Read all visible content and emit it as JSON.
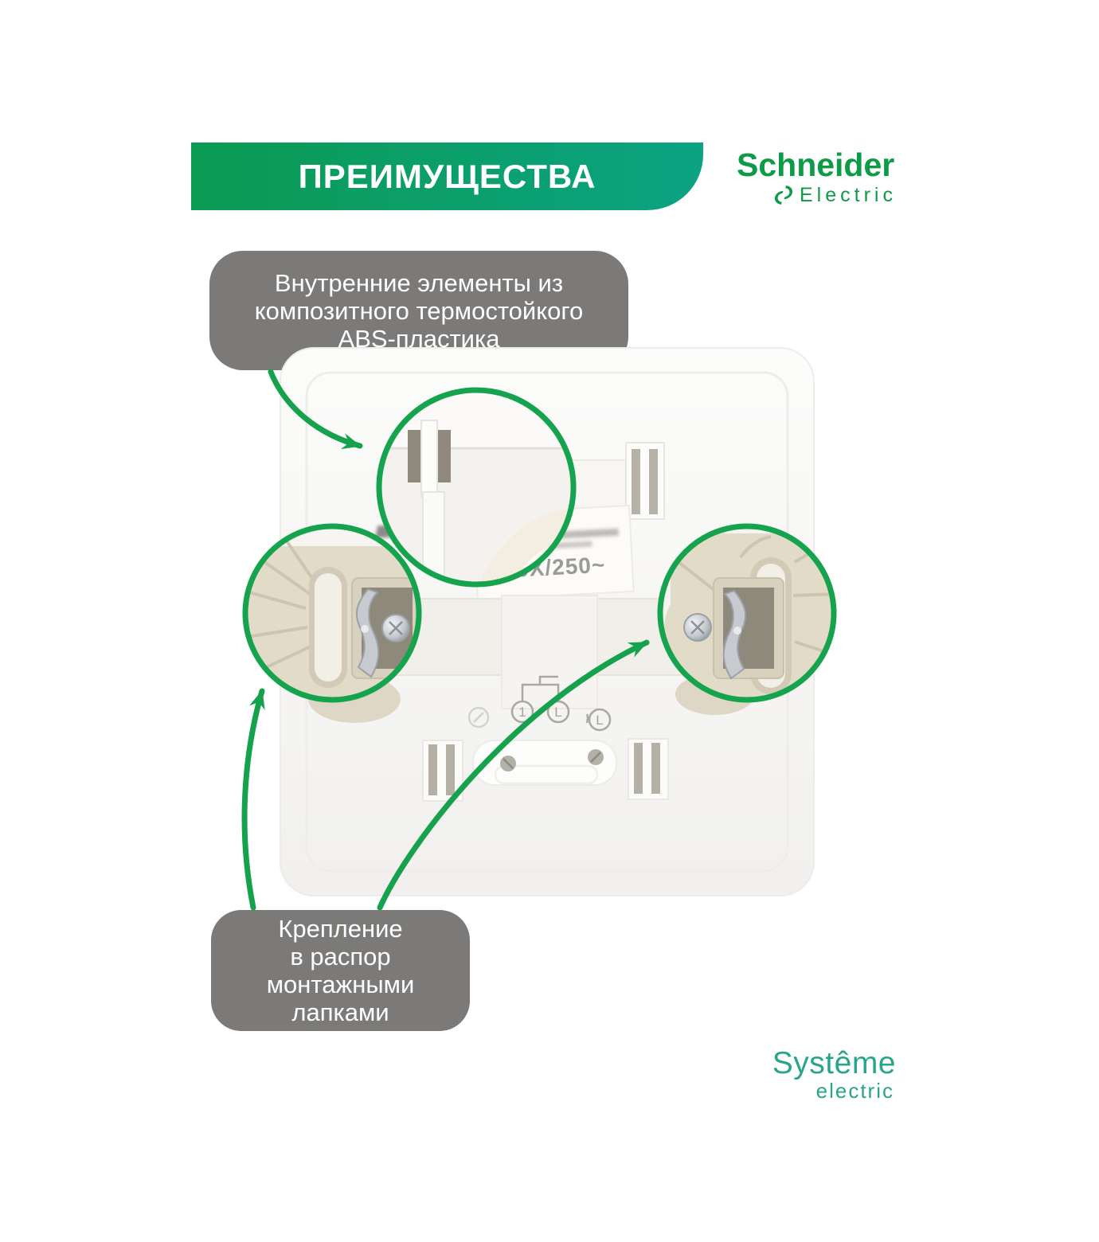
{
  "banner": {
    "title": "ПРЕИМУЩЕСТВА"
  },
  "brand_top": {
    "line1": "Schneider",
    "line2": "Electric",
    "color": "#0d9b48"
  },
  "callout_abs": {
    "lines": [
      "Внутренние элементы из",
      "композитного термостойкого",
      "ABS-пластика"
    ],
    "bg": "#7b7a78"
  },
  "callout_mount": {
    "lines": [
      "Крепление",
      "в распор",
      "монтажными",
      "лапками"
    ],
    "bg": "#7b7a78"
  },
  "product": {
    "rating_label": "10X/250~",
    "wiring_symbols": [
      "1",
      "L",
      "L"
    ]
  },
  "brand_bottom": {
    "line1": "Systême",
    "line2": "electric",
    "color": "#29a58b"
  },
  "colors": {
    "banner_gradient_left": "#0b9a52",
    "banner_gradient_right": "#0ba383",
    "accent_arrow_green": "#16a24c",
    "inset_circle_green": "#15a34e",
    "callout_gray": "#7b7a78",
    "claw_beige": "#e2dbc8",
    "plate_white": "#f7f6f3"
  }
}
